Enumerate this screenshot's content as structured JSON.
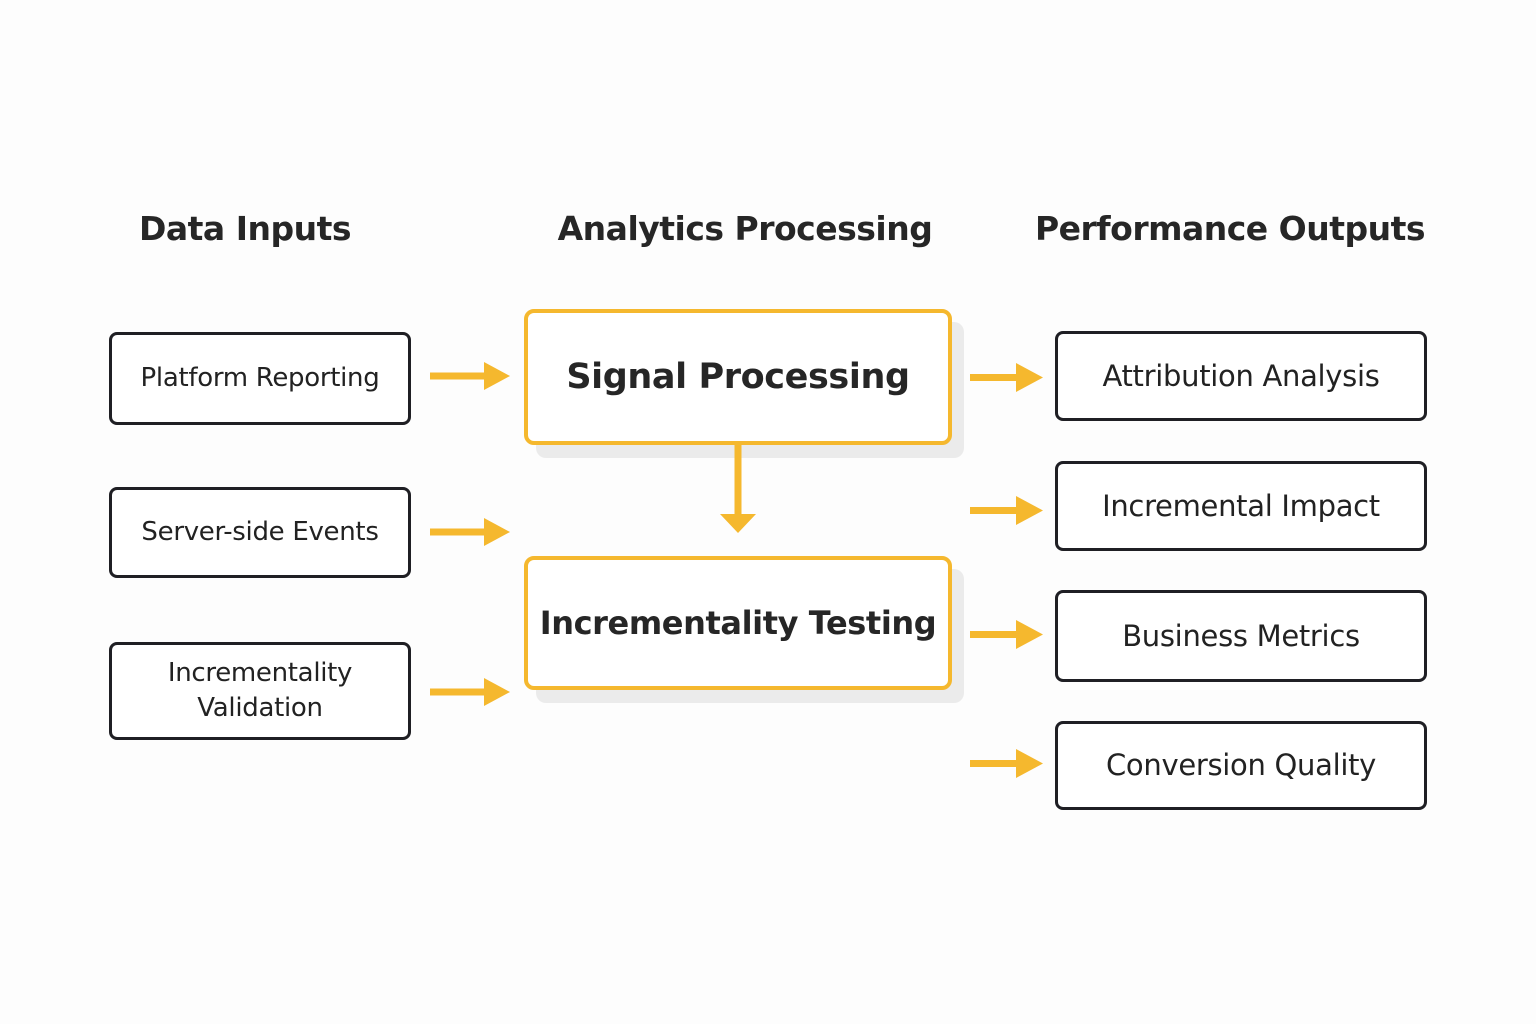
{
  "headers": {
    "inputs": "Data Inputs",
    "processing": "Analytics Processing",
    "outputs": "Performance Outputs"
  },
  "inputs": [
    {
      "label": "Platform Reporting"
    },
    {
      "label": "Server-side Events"
    },
    {
      "label_line1": "Incrementality",
      "label_line2": "Validation"
    }
  ],
  "processing": [
    {
      "label": "Signal Processing"
    },
    {
      "label": "Incrementality Testing"
    }
  ],
  "outputs": [
    {
      "label": "Attribution Analysis"
    },
    {
      "label": "Incremental Impact"
    },
    {
      "label": "Business Metrics"
    },
    {
      "label": "Conversion Quality"
    }
  ],
  "colors": {
    "accent": "#f5b82e",
    "box_border": "#1f1f24",
    "text": "#222222",
    "background": "#fdfdfd"
  }
}
